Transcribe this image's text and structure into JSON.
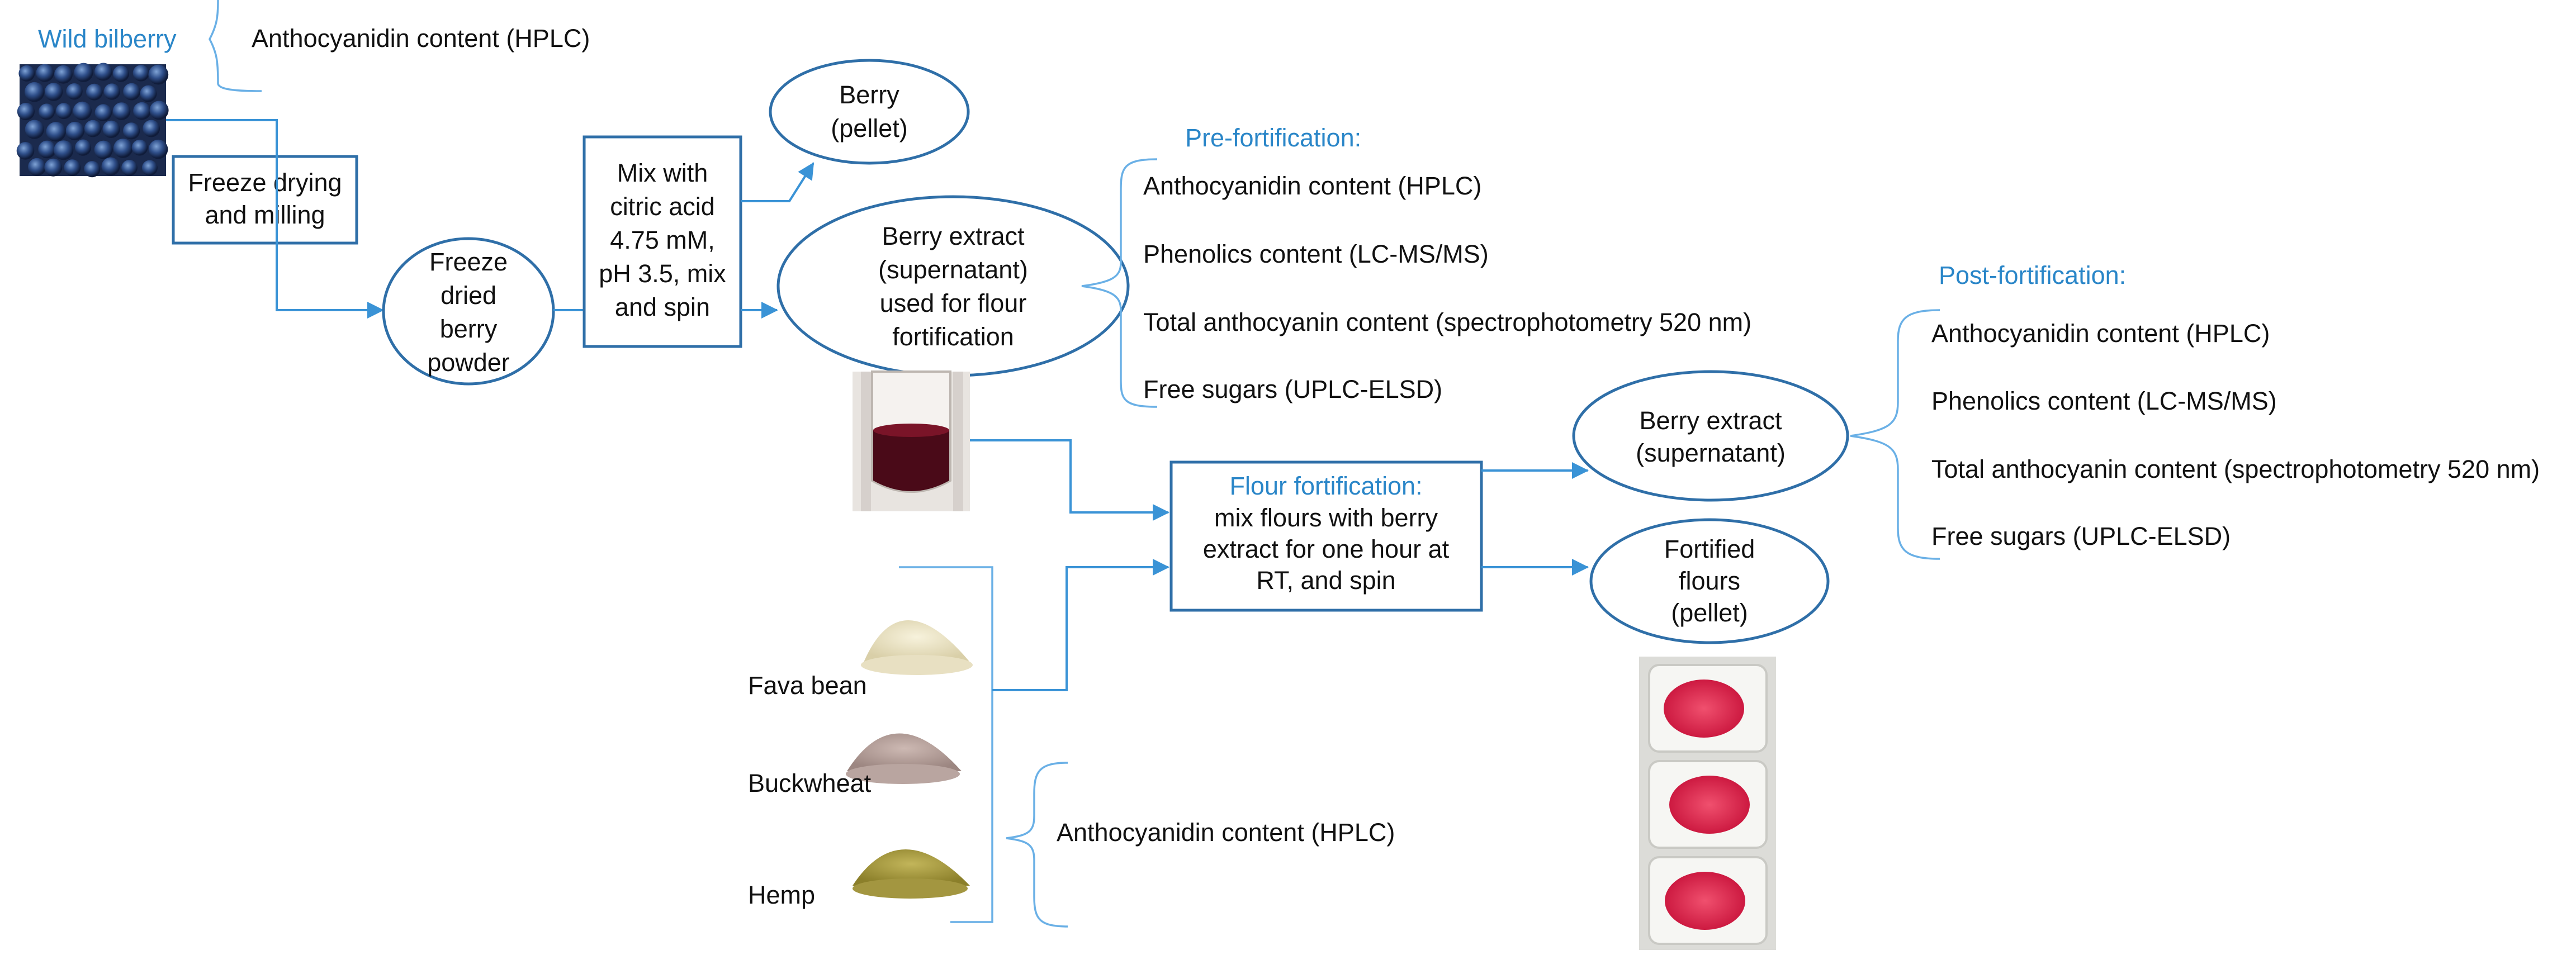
{
  "colors": {
    "accent_text": "#2a86c8",
    "box_stroke": "#2f6fa8",
    "arrow": "#3a93d6",
    "bracket": "#6ab0e6"
  },
  "source": {
    "title": "Wild bilberry",
    "analysis": "Anthocyanidin content (HPLC)"
  },
  "steps": {
    "freeze_drying": [
      "Freeze drying",
      "and milling"
    ],
    "powder": [
      "Freeze",
      "dried",
      "berry",
      "powder"
    ],
    "mix": [
      "Mix with",
      "citric acid",
      "4.75 mM,",
      "pH 3.5, mix",
      "and spin"
    ],
    "berry_pellet": [
      "Berry",
      "(pellet)"
    ],
    "berry_extract": [
      "Berry extract",
      "(supernatant)",
      "used for flour",
      "fortification"
    ],
    "flour_fortification": {
      "title": "Flour fortification:",
      "lines": [
        "mix flours with berry",
        "extract for one hour at",
        "RT, and spin"
      ]
    },
    "post_extract": [
      "Berry extract",
      "(supernatant)"
    ],
    "fortified": [
      "Fortified",
      "flours",
      "(pellet)"
    ]
  },
  "pre_fortification": {
    "heading": "Pre-fortification:",
    "items": [
      "Anthocyanidin content (HPLC)",
      "Phenolics content (LC-MS/MS)",
      "Total anthocyanin content (spectrophotometry 520 nm)",
      "Free sugars (UPLC-ELSD)"
    ]
  },
  "post_fortification": {
    "heading": "Post-fortification:",
    "items": [
      "Anthocyanidin content (HPLC)",
      "Phenolics content (LC-MS/MS)",
      "Total anthocyanin content (spectrophotometry 520 nm)",
      "Free sugars (UPLC-ELSD)"
    ]
  },
  "flours": {
    "items": [
      "Fava bean",
      "Buckwheat",
      "Hemp"
    ],
    "analysis": "Anthocyanidin content (HPLC)"
  },
  "icons": [
    "bilberry-photo",
    "extract-tube-photo",
    "fava-bean-flour-photo",
    "buckwheat-flour-photo",
    "hemp-flour-photo",
    "fortified-flour-trays-photo"
  ]
}
